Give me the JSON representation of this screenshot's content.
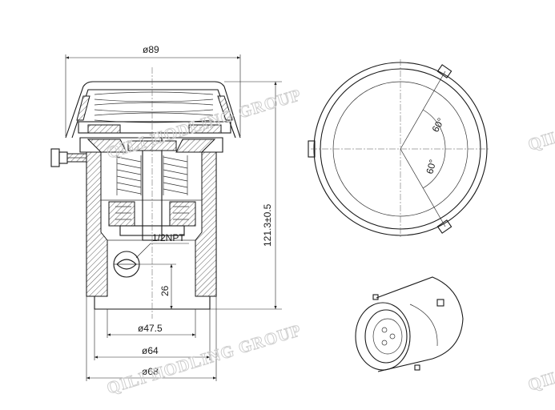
{
  "dimensions": {
    "top_diameter": "ø89",
    "height": "121.3±0.5",
    "thread": "1/2NPT",
    "port_height": "26",
    "bore_diameter": "ø47.5",
    "body_diameter": "ø64",
    "flange_diameter": "ø68"
  },
  "angles": {
    "upper": "60°",
    "lower": "60°"
  },
  "watermark": {
    "text": "QILI HODLING GROUP"
  }
}
